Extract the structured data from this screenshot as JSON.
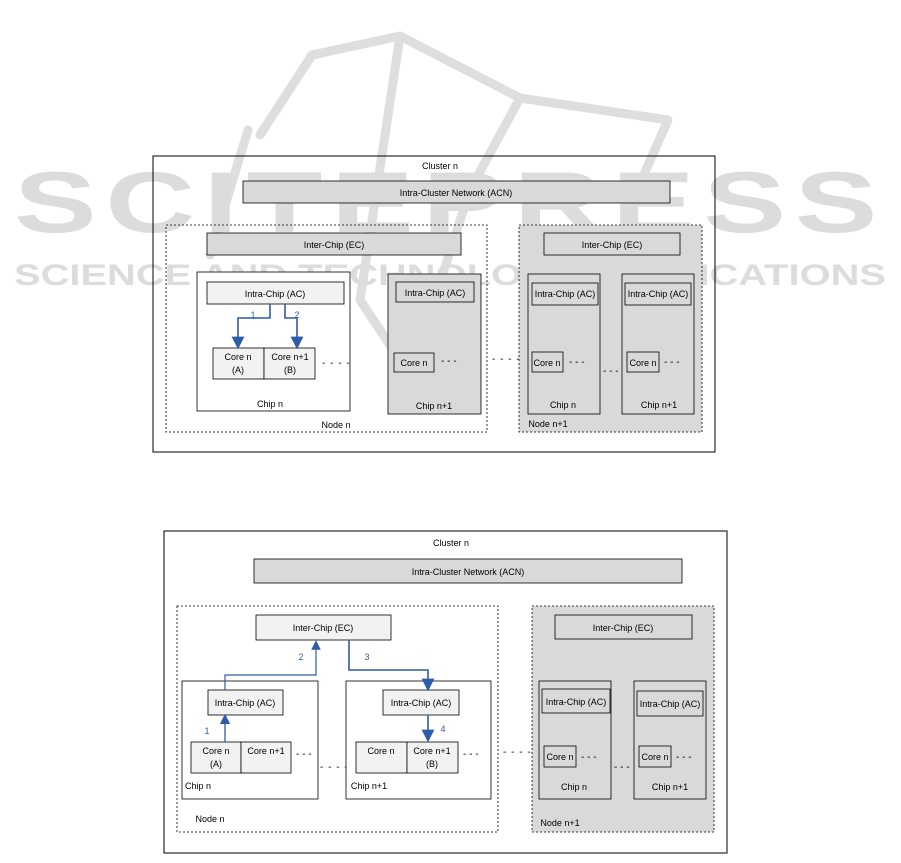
{
  "watermark": {
    "big": "SCITEPRESS",
    "small": "SCIENCE AND TECHNOLOGY PUBLICATIONS"
  },
  "colors": {
    "arrow": "#2e5ca8",
    "label": "#2e5ca8",
    "gray_fill": "#d9d9d9",
    "light_fill": "#f2f2f2",
    "watermark": "#dcdcdc"
  },
  "diagram_top": {
    "cluster": "Cluster n",
    "acn": "Intra-Cluster Network (ACN)",
    "node_a": {
      "label": "Node n",
      "ec": "Inter-Chip (EC)",
      "chip1": {
        "label": "Chip n",
        "ac": "Intra-Chip (AC)",
        "core_a": "Core n",
        "core_a_sub": "(A)",
        "core_b": "Core n+1",
        "core_b_sub": "(B)"
      },
      "chip2": {
        "label": "Chip n+1",
        "ac": "Intra-Chip (AC)",
        "core": "Core n"
      },
      "arrow1": "1",
      "arrow2": "2"
    },
    "node_b": {
      "label": "Node n+1",
      "ec": "Inter-Chip (EC)",
      "chip1": {
        "label": "Chip n",
        "ac": "Intra-Chip (AC)",
        "core": "Core n"
      },
      "chip2": {
        "label": "Chip n+1",
        "ac": "Intra-Chip (AC)",
        "core": "Core n"
      }
    }
  },
  "diagram_bottom": {
    "cluster": "Cluster n",
    "acn": "Intra-Cluster Network (ACN)",
    "node_a": {
      "label": "Node n",
      "ec": "Inter-Chip (EC)",
      "chip1": {
        "label": "Chip n",
        "ac": "Intra-Chip (AC)",
        "core_a": "Core n",
        "core_a_sub": "(A)",
        "core_b": "Core n+1"
      },
      "chip2": {
        "label": "Chip n+1",
        "ac": "Intra-Chip (AC)",
        "core_a": "Core n",
        "core_b": "Core n+1",
        "core_b_sub": "(B)"
      },
      "arrow1": "1",
      "arrow2": "2",
      "arrow3": "3",
      "arrow4": "4"
    },
    "node_b": {
      "label": "Node n+1",
      "ec": "Inter-Chip (EC)",
      "chip1": {
        "label": "Chip n",
        "ac": "Intra-Chip (AC)",
        "core": "Core n"
      },
      "chip2": {
        "label": "Chip n+1",
        "ac": "Intra-Chip (AC)",
        "core": "Core n"
      }
    }
  }
}
